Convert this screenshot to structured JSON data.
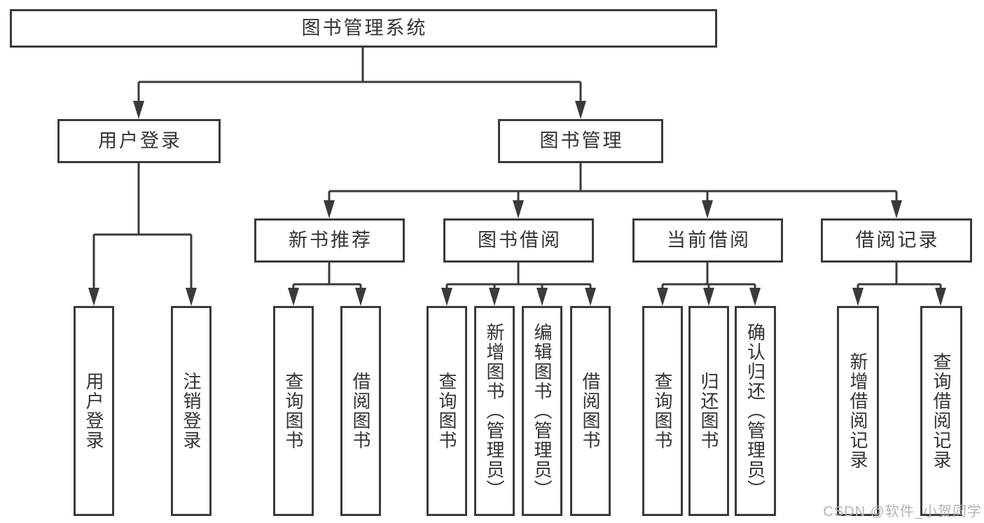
{
  "tree": {
    "label": "图书管理系统",
    "children": [
      {
        "label": "用户登录",
        "children": [
          {
            "label": "用户登录"
          },
          {
            "label": "注销登录"
          }
        ]
      },
      {
        "label": "图书管理",
        "children": [
          {
            "label": "新书推荐",
            "children": [
              {
                "label": "查询图书"
              },
              {
                "label": "借阅图书"
              }
            ]
          },
          {
            "label": "图书借阅",
            "children": [
              {
                "label": "查询图书"
              },
              {
                "label": "新增图书（管理员）"
              },
              {
                "label": "编辑图书（管理员）"
              },
              {
                "label": "借阅图书"
              }
            ]
          },
          {
            "label": "当前借阅",
            "children": [
              {
                "label": "查询图书"
              },
              {
                "label": "归还图书"
              },
              {
                "label": "确认归还（管理员）"
              }
            ]
          },
          {
            "label": "借阅记录",
            "children": [
              {
                "label": "新增借阅记录"
              },
              {
                "label": "查询借阅记录"
              }
            ]
          }
        ]
      }
    ]
  },
  "watermark": "CSDN @软件_小贺同学",
  "colors": {
    "line": "#3a3a3a",
    "box_border": "#3a3a3a",
    "box_background": "#ffffff",
    "text": "#333333",
    "watermark_text": "#b4b4b4",
    "page_background": "#ffffff"
  }
}
